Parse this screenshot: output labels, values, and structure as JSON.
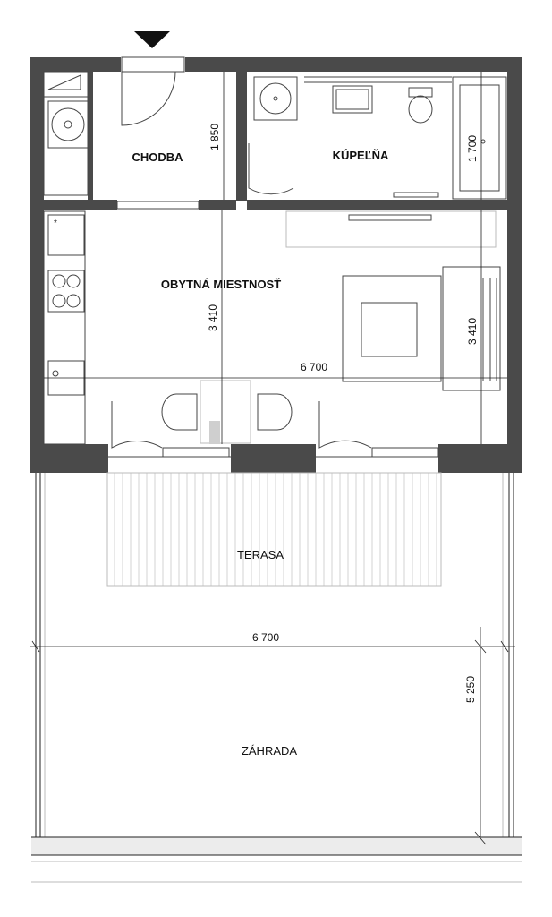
{
  "rooms": {
    "chodba": "CHODBA",
    "kupelna": "KÚPEĽŇA",
    "obytna": "OBYTNÁ MIESTNOSŤ",
    "terasa": "TERASA",
    "zahrada": "ZÁHRADA"
  },
  "dimensions": {
    "chodba_depth": "1 850",
    "kupelna_depth": "1 700",
    "living_depth_left": "3 410",
    "living_depth_right": "3 410",
    "living_width": "6 700",
    "garden_width": "6 700",
    "garden_depth": "5 250"
  },
  "colors": {
    "wall": "#4a4a4a",
    "line": "#222222"
  }
}
